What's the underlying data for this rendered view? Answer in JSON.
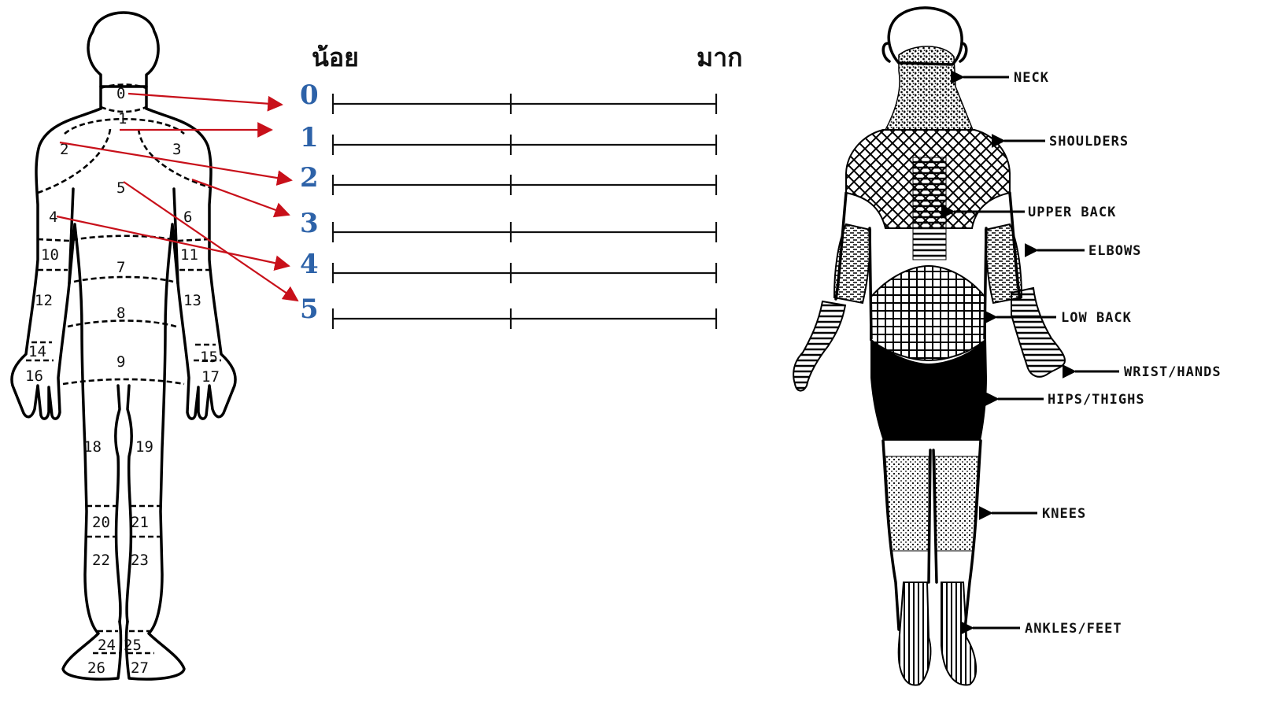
{
  "scale": {
    "low_label": "น้อย",
    "high_label": "มาก",
    "levels": [
      "0",
      "1",
      "2",
      "3",
      "4",
      "5"
    ]
  },
  "left_figure": {
    "region_numbers": [
      "0",
      "1",
      "2",
      "3",
      "4",
      "5",
      "6",
      "7",
      "8",
      "9",
      "10",
      "11",
      "12",
      "13",
      "14",
      "15",
      "16",
      "17",
      "18",
      "19",
      "20",
      "21",
      "22",
      "23",
      "24",
      "25",
      "26",
      "27"
    ]
  },
  "right_figure": {
    "labels": [
      "NECK",
      "SHOULDERS",
      "UPPER BACK",
      "ELBOWS",
      "LOW BACK",
      "WRIST/HANDS",
      "HIPS/THIGHS",
      "KNEES",
      "ANKLES/FEET"
    ]
  },
  "colors": {
    "scale_number": "#2d62a8",
    "connector": "#c8101a"
  }
}
